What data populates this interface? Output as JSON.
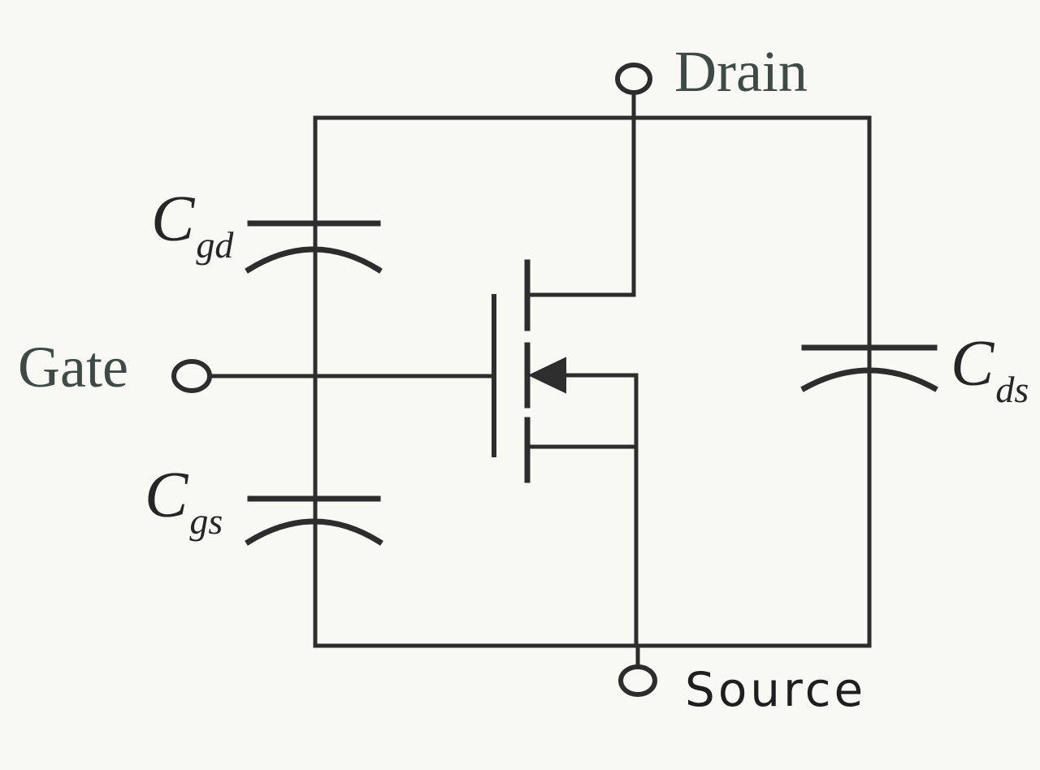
{
  "diagram": {
    "kind": "MOSFET parasitic capacitance equivalent circuit",
    "background_color": "#f8f8f5",
    "line_color": "#2d2d2d",
    "terminal_text_color": "#3e4a45",
    "source_text_color": "#1f1f1f",
    "capacitor_text_color": "#262626"
  },
  "terminals": {
    "drain": {
      "label": "Drain"
    },
    "gate": {
      "label": "Gate"
    },
    "source": {
      "label": "Source"
    }
  },
  "capacitors": {
    "cgd": {
      "symbol": "C",
      "subscript": "gd"
    },
    "cgs": {
      "symbol": "C",
      "subscript": "gs"
    },
    "cds": {
      "symbol": "C",
      "subscript": "ds"
    }
  }
}
